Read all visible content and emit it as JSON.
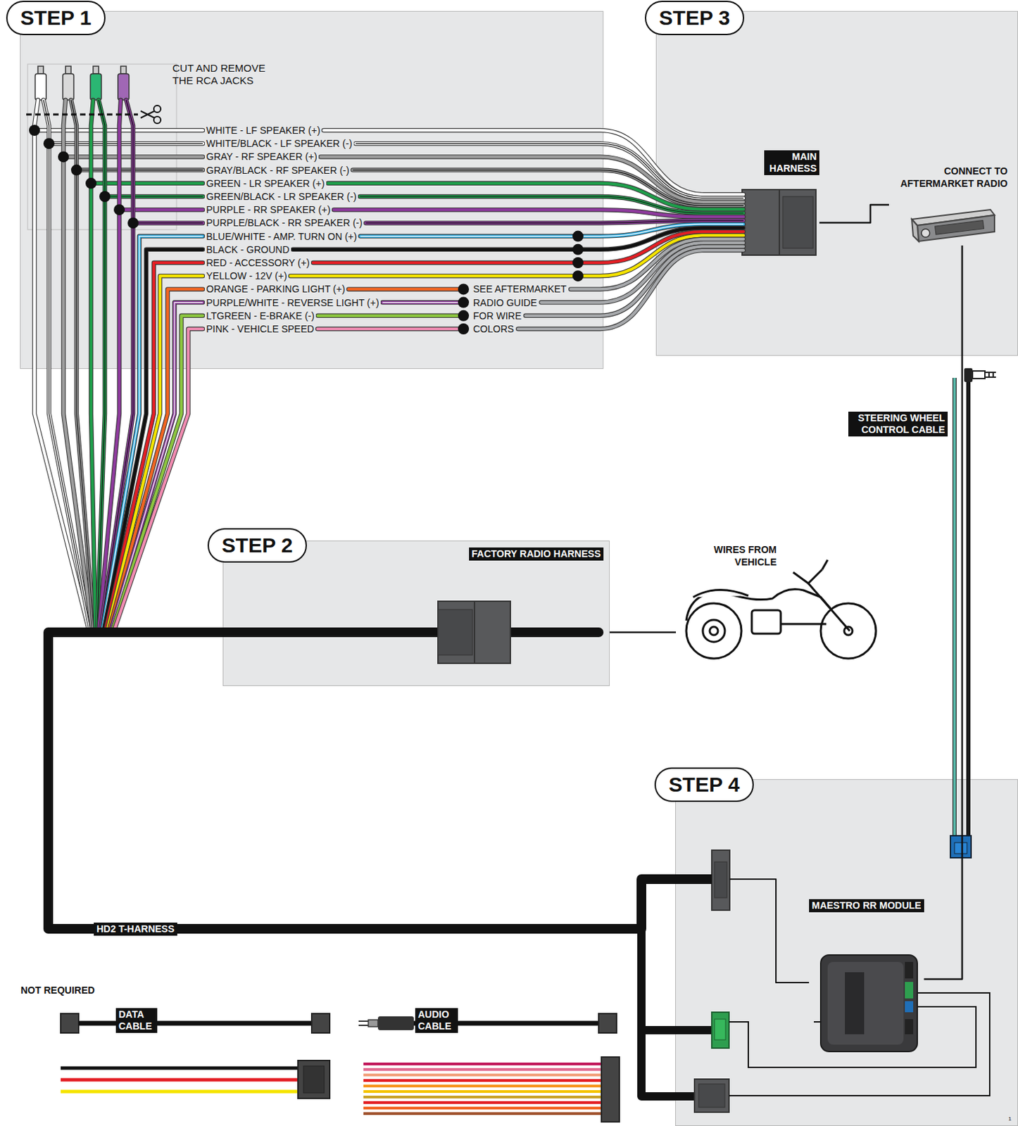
{
  "diagram": {
    "nodes": [
      {
        "text": [
          "STEP 1"
        ]
      },
      {
        "text": [
          "STEP 3"
        ]
      },
      {
        "text": [
          "MAIN HARNESS"
        ],
        "in": 1
      },
      {
        "text": [
          "CONNECT TO AFTERMARKET RADIO"
        ],
        "in": 1
      },
      {
        "text": [
          "STEP 2",
          "FACTORY RADIO HARNESS"
        ]
      },
      {
        "text": [
          "WIRES FROM VEHICLE"
        ]
      },
      {
        "text": [
          "STEP 4"
        ]
      },
      {
        "text": [
          "MAESTRO RR MODULE"
        ],
        "in": 6
      }
    ],
    "edges": [
      {
        "from": 2,
        "to": 3,
        "arrow": "none"
      },
      {
        "from": 4,
        "to": 5,
        "arrow": "none"
      },
      {
        "from": 3,
        "to": 7,
        "label": "STEERING WHEEL CONTROL CABLE",
        "arrow": "none"
      },
      {
        "from": 4,
        "to": 7,
        "label": "HD2 T-HARNESS",
        "arrow": "none"
      }
    ],
    "labels": [
      "CUT AND REMOVE THE RCA JACKS",
      "WHITE - LF SPEAKER (+)",
      "WHITE/BLACK - LF SPEAKER (-)",
      "GRAY - RF SPEAKER (+)",
      "GRAY/BLACK - RF SPEAKER (-)",
      "GREEN - LR SPEAKER (+)",
      "GREEN/BLACK - LR SPEAKER (-)",
      "PURPLE - RR SPEAKER (+)",
      "PURPLE/BLACK - RR SPEAKER (-)",
      "BLUE/WHITE - AMP. TURN ON (+)",
      "BLACK - GROUND",
      "RED - ACCESSORY (+)",
      "YELLOW - 12V (+)",
      "ORANGE - PARKING LIGHT (+)",
      "PURPLE/WHITE - REVERSE LIGHT (+)",
      "LTGREEN - E-BRAKE (-)",
      "PINK - VEHICLE SPEED",
      "SEE AFTERMARKET",
      "RADIO GUIDE",
      "FOR WIRE",
      "COLORS",
      "NOT REQUIRED",
      "DATA CABLE",
      "AUDIO CABLE",
      "1"
    ]
  }
}
